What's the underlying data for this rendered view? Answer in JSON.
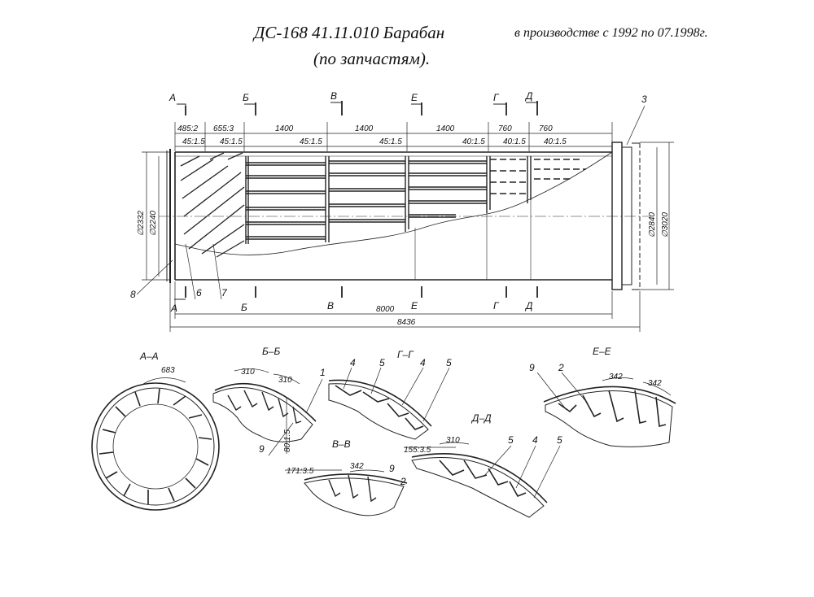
{
  "header": {
    "designation": "ДС-168 41.11.010 Барабан",
    "production_note": "в производстве с 1992   по 07.1998г.",
    "subtitle": "(по запчастям)."
  },
  "section_markers": {
    "a": "А",
    "b": "Б",
    "v": "В",
    "e": "Е",
    "g": "Г",
    "d": "Д"
  },
  "dimensions": {
    "top_lengths": [
      "485:2",
      "655:3",
      "1400",
      "1400",
      "1400",
      "760",
      "760"
    ],
    "pitches": [
      "45:1.5",
      "45:1.5",
      "45:1.5",
      "45:1.5",
      "40:1.5",
      "40:1.5",
      "40:1.5"
    ],
    "diam_left_outer": "∅2332",
    "diam_left_inner": "∅2240",
    "diam_right_inner": "∅2840",
    "diam_right_outer": "∅3020",
    "length_body": "8000",
    "length_total": "8436"
  },
  "callouts": {
    "p1": "1",
    "p2": "2",
    "p3": "3",
    "p4": "4",
    "p5": "5",
    "p6": "6",
    "p7": "7",
    "p8": "8",
    "p9": "9"
  },
  "sections": {
    "aa": {
      "label": "А–А",
      "dim": "683"
    },
    "bb": {
      "label": "Б–Б",
      "dim1": "310",
      "dim2": "310",
      "dim3": "80:1.5"
    },
    "vv": {
      "label": "В–В",
      "dim1": "171:3.5",
      "dim2": "342"
    },
    "gg": {
      "label": "Г–Г"
    },
    "dd": {
      "label": "Д–Д",
      "dim1": "155:3.5",
      "dim2": "310"
    },
    "ee": {
      "label": "Е–Е",
      "dim1": "342",
      "dim2": "342"
    }
  }
}
